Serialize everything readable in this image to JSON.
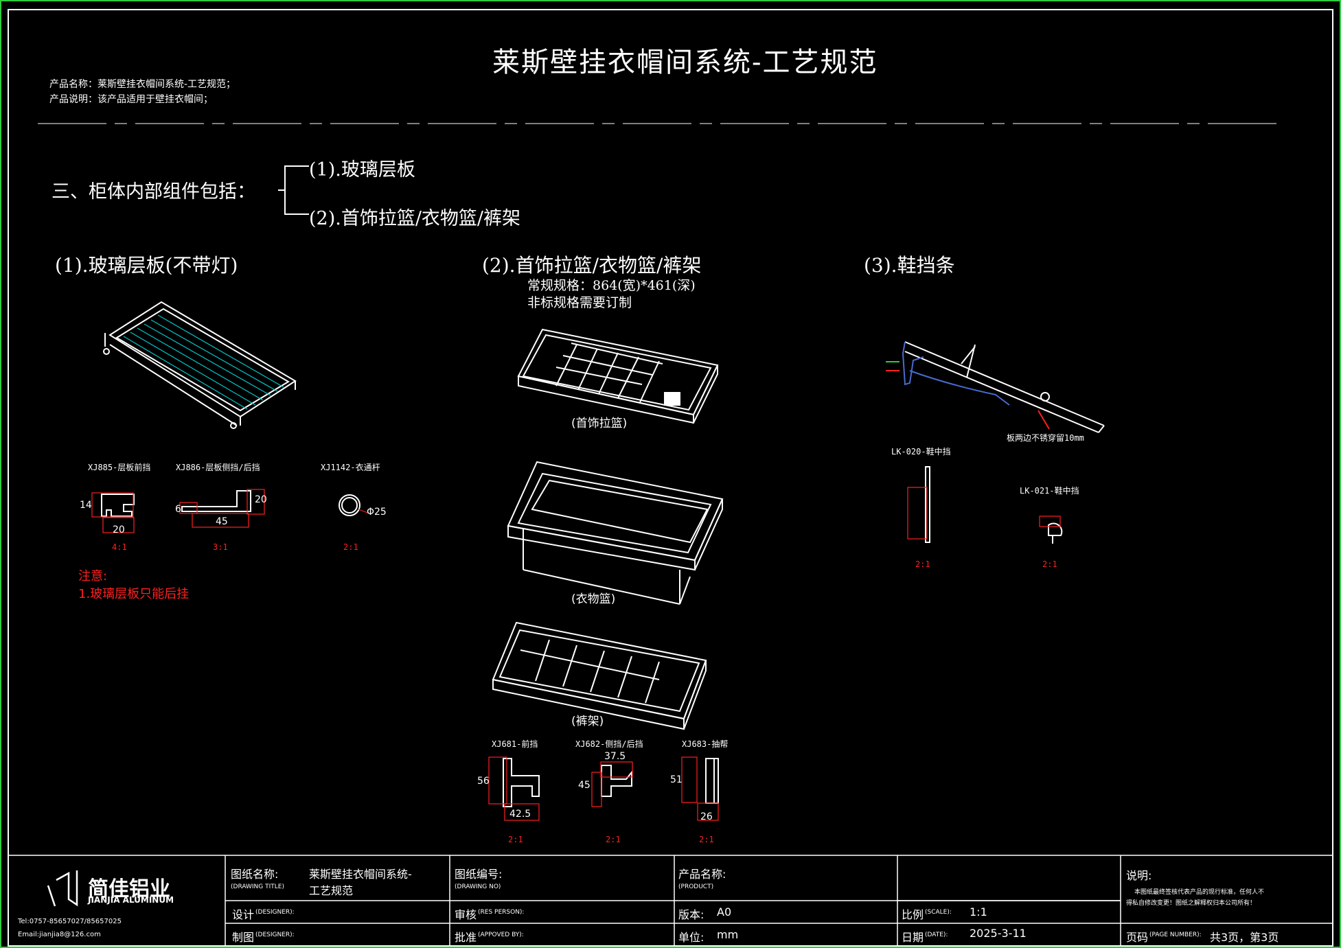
{
  "title": "莱斯壁挂衣帽间系统-工艺规范",
  "product_name_line": "产品名称：莱斯壁挂衣帽间系统-工艺规范；",
  "product_desc_line": "产品说明：该产品适用于壁挂衣帽间；",
  "section_heading": "三、柜体内部组件包括：",
  "bracket_items": [
    "(1).玻璃层板",
    "(2).首饰拉篮/衣物篮/裤架"
  ],
  "panel1": {
    "heading": "(1).玻璃层板(不带灯)",
    "profiles": [
      {
        "code": "XJ885-层板前挡",
        "dims": [
          "14",
          "20"
        ],
        "scale": "4:1"
      },
      {
        "code": "XJ886-层板侧挡/后挡",
        "dims": [
          "6",
          "45",
          "20"
        ],
        "scale": "3:1"
      },
      {
        "code": "XJ1142-衣通杆",
        "dims": [
          "Φ25"
        ],
        "scale": "2:1"
      }
    ],
    "note_title": "注意:",
    "note_item": "1.玻璃层板只能后挂"
  },
  "panel2": {
    "heading": "(2).首饰拉篮/衣物篮/裤架",
    "spec_line": "常规规格：864(宽)*461(深)",
    "custom_line": "非标规格需要订制",
    "captions": [
      "(首饰拉篮)",
      "(衣物篮)",
      "(裤架)"
    ],
    "profiles": [
      {
        "code": "XJ681-前挡",
        "dims": [
          "56",
          "42.5"
        ],
        "scale": "2:1"
      },
      {
        "code": "XJ682-侧挡/后挡",
        "dims": [
          "37.5",
          "45"
        ],
        "scale": "2:1"
      },
      {
        "code": "XJ683-抽帮",
        "dims": [
          "51",
          "26"
        ],
        "scale": "2:1"
      }
    ]
  },
  "panel3": {
    "heading": "(3).鞋挡条",
    "callout": "板两边不锈穿留10mm",
    "profiles": [
      {
        "code": "LK-020-鞋中挡",
        "scale": "2:1"
      },
      {
        "code": "LK-021-鞋中挡",
        "scale": "2:1"
      }
    ]
  },
  "title_block": {
    "logo_cn": "简佳铝业",
    "logo_en": "JIANJIA ALUMINUM",
    "tel": "Tel:0757-85657027/85657025",
    "email": "Email:jianjia8@126.com",
    "drawing_title_label": "图纸名称:",
    "drawing_title_sub": "(DRAWING TITLE)",
    "drawing_title_value_1": "莱斯壁挂衣帽间系统-",
    "drawing_title_value_2": "工艺规范",
    "drawing_no_label": "图纸编号:",
    "drawing_no_sub": "(DRAWING NO)",
    "product_label": "产品名称:",
    "product_sub": "(PRODUCT)",
    "designer_label": "设计",
    "designer_sub": "(DESIGNER):",
    "reviewer_label": "审核",
    "reviewer_sub": "(RES PERSON):",
    "version_label": "版本:",
    "version_value": "A0",
    "scale_label": "比例",
    "scale_sub": "(SCALE):",
    "scale_value": "1:1",
    "drafter_label": "制图",
    "drafter_sub": "(DESIGNER):",
    "approver_label": "批准",
    "approver_sub": "(APPOVED BY):",
    "unit_label": "单位:",
    "unit_value": "mm",
    "date_label": "日期",
    "date_sub": "(DATE):",
    "date_value": "2025-3-11",
    "notes_label": "说明:",
    "notes_text_1": "本图纸最终签核代表产品的现行标准，任何人不",
    "notes_text_2": "得私自修改变更！图纸之解释权归本公司所有！",
    "page_label": "页码",
    "page_sub": "(PAGE NUMBER):",
    "page_value": "共3页，第3页"
  },
  "colors": {
    "background": "#000000",
    "line": "#ffffff",
    "accent_red": "#ff2020",
    "frame_green": "#2ecc40",
    "hatch_cyan": "#00c8c8"
  }
}
